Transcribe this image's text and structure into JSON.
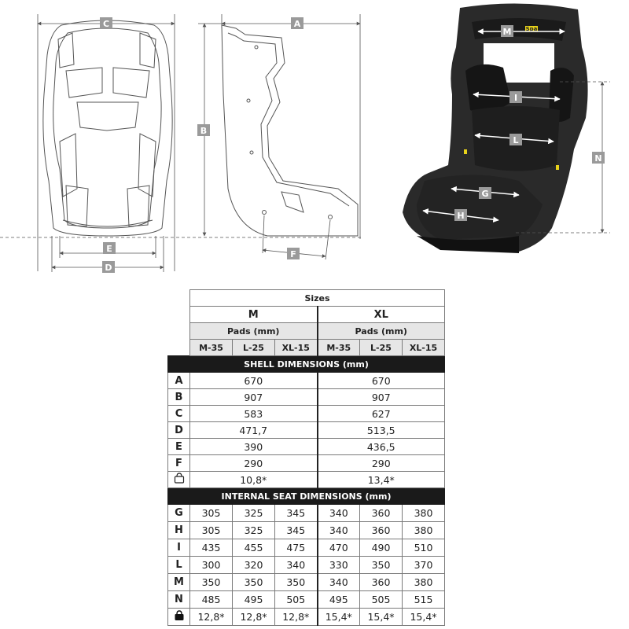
{
  "diagram": {
    "labels": {
      "A": "A",
      "B": "B",
      "C": "C",
      "D": "D",
      "E": "E",
      "F": "F",
      "G": "G",
      "H": "H",
      "I": "I",
      "L": "L",
      "M": "M",
      "N": "N"
    },
    "brand_text": "Spa"
  },
  "table": {
    "sizes_label": "Sizes",
    "size_m": "M",
    "size_xl": "XL",
    "pads_label": "Pads (mm)",
    "pads": [
      "M-35",
      "L-25",
      "XL-15",
      "M-35",
      "L-25",
      "XL-15"
    ],
    "shell_header": "SHELL DIMENSIONS (mm)",
    "shell_rows": [
      {
        "label": "A",
        "m": "670",
        "xl": "670"
      },
      {
        "label": "B",
        "m": "907",
        "xl": "907"
      },
      {
        "label": "C",
        "m": "583",
        "xl": "627"
      },
      {
        "label": "D",
        "m": "471,7",
        "xl": "513,5"
      },
      {
        "label": "E",
        "m": "390",
        "xl": "436,5"
      },
      {
        "label": "F",
        "m": "290",
        "xl": "290"
      },
      {
        "label": "weight-icon",
        "m": "10,8*",
        "xl": "13,4*"
      }
    ],
    "internal_header": "INTERNAL SEAT DIMENSIONS (mm)",
    "internal_rows": [
      {
        "label": "G",
        "values": [
          "305",
          "325",
          "345",
          "340",
          "360",
          "380"
        ]
      },
      {
        "label": "H",
        "values": [
          "305",
          "325",
          "345",
          "340",
          "360",
          "380"
        ]
      },
      {
        "label": "I",
        "values": [
          "435",
          "455",
          "475",
          "470",
          "490",
          "510"
        ]
      },
      {
        "label": "L",
        "values": [
          "300",
          "320",
          "340",
          "330",
          "350",
          "370"
        ]
      },
      {
        "label": "M",
        "values": [
          "350",
          "350",
          "350",
          "340",
          "360",
          "380"
        ]
      },
      {
        "label": "N",
        "values": [
          "485",
          "495",
          "505",
          "495",
          "505",
          "515"
        ]
      },
      {
        "label": "seat-weight-icon",
        "values": [
          "12,8*",
          "12,8*",
          "12,8*",
          "15,4*",
          "15,4*",
          "15,4*"
        ]
      }
    ]
  },
  "colors": {
    "label_box": "#9a9a9a",
    "section_bg": "#1a1a1a",
    "gray_row": "#e6e6e6",
    "accent_yellow": "#e8d21a"
  }
}
